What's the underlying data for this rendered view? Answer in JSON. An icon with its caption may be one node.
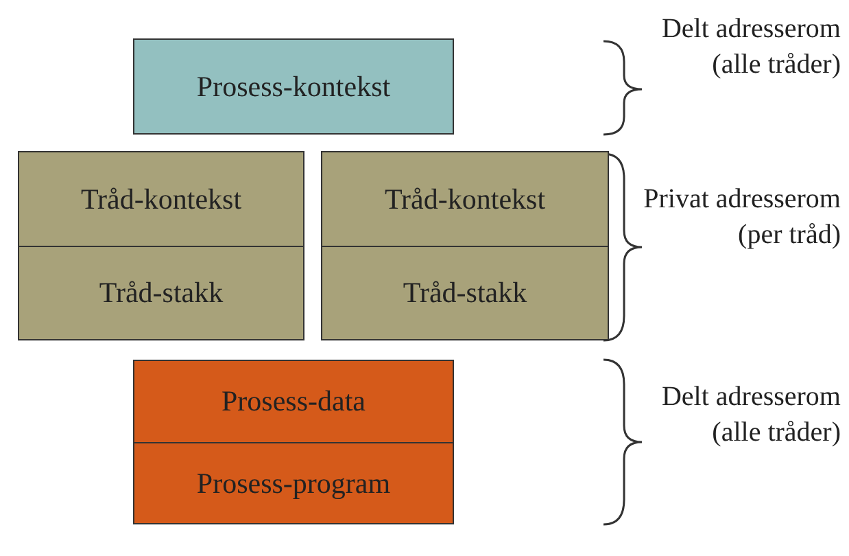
{
  "diagram": {
    "nodes": [
      {
        "text": [
          "Prosess-kontekst"
        ]
      },
      {
        "text": [
          "Tråd-kontekst"
        ]
      },
      {
        "text": [
          "Tråd-stakk"
        ]
      },
      {
        "text": [
          "Tråd-kontekst"
        ]
      },
      {
        "text": [
          "Tråd-stakk"
        ]
      },
      {
        "text": [
          "Prosess-data"
        ]
      },
      {
        "text": [
          "Prosess-program"
        ]
      }
    ],
    "edges": [],
    "labels": [
      "Delt adresserom (alle tråder)",
      "Privat adresserom (per tråd)",
      "Delt adresserom (alle tråder)"
    ]
  }
}
